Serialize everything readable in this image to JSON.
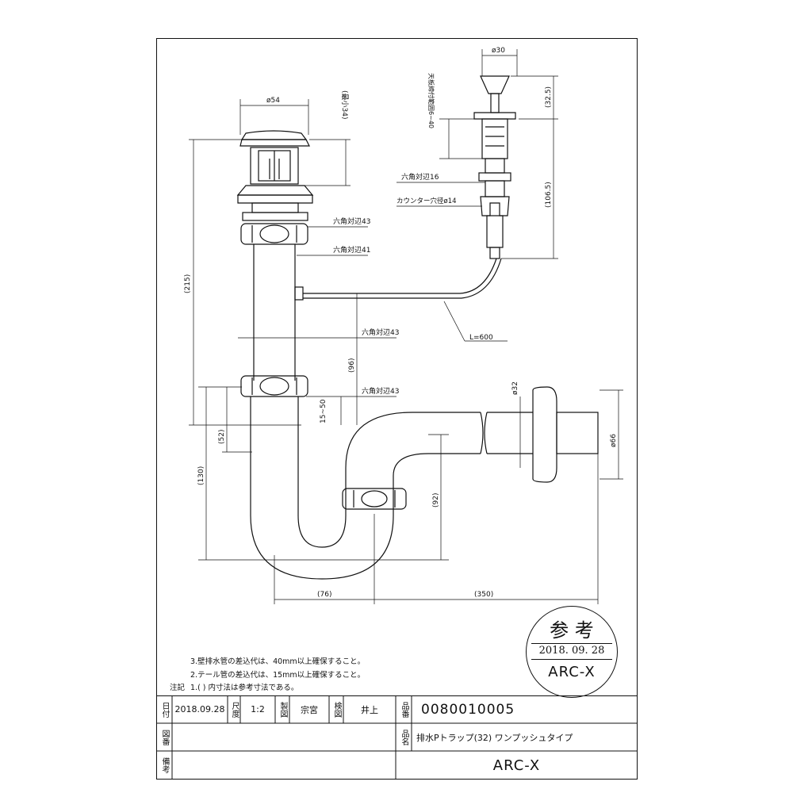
{
  "dimensions": {
    "d54": "ø54",
    "max34": "(最小34)",
    "hex43_top": "六角対辺43",
    "hex41": "六角対辺41",
    "hex43_mid": "六角対辺43",
    "hex43_trap": "六角対辺43",
    "d215": "(215)",
    "d96": "(96)",
    "d15_50": "15~50",
    "d52": "(52)",
    "d130": "(130)",
    "d92": "(92)",
    "d76": "(76)",
    "d350": "(350)",
    "d32": "ø32",
    "d66": "ø66",
    "d30": "ø30",
    "d32_5": "(32.5)",
    "d106_5": "(106.5)",
    "top_plate": "天板締付範囲6~40",
    "hex16": "六角対辺16",
    "counter_hole": "カウンター穴径ø14",
    "cable": "L=600"
  },
  "notes": {
    "label": "注記",
    "n1": "1.( ) 内寸法は参考寸法である。",
    "n2": "2.テール管の差込代は、15mm以上確保すること。",
    "n3": "3.壁排水管の差込代は、40mm以上確保すること。"
  },
  "stamp": {
    "title": "参 考",
    "date": "2018. 09. 28",
    "brand": "ARC-X"
  },
  "title_block": {
    "date_label": "日付",
    "date": "2018.09.28",
    "scale_label": "尺度",
    "scale": "1:2",
    "drawn_label": "製図",
    "drawn": "宗宮",
    "checked_label": "検図",
    "checked": "井上",
    "product_no_label": "品番",
    "product_no": "0080010005",
    "drawing_no_label": "図番",
    "product_name_label": "品名",
    "product_name": "排水Pトラップ(32) ワンプッシュタイプ",
    "remarks_label": "備考",
    "brand": "ARC-X"
  }
}
